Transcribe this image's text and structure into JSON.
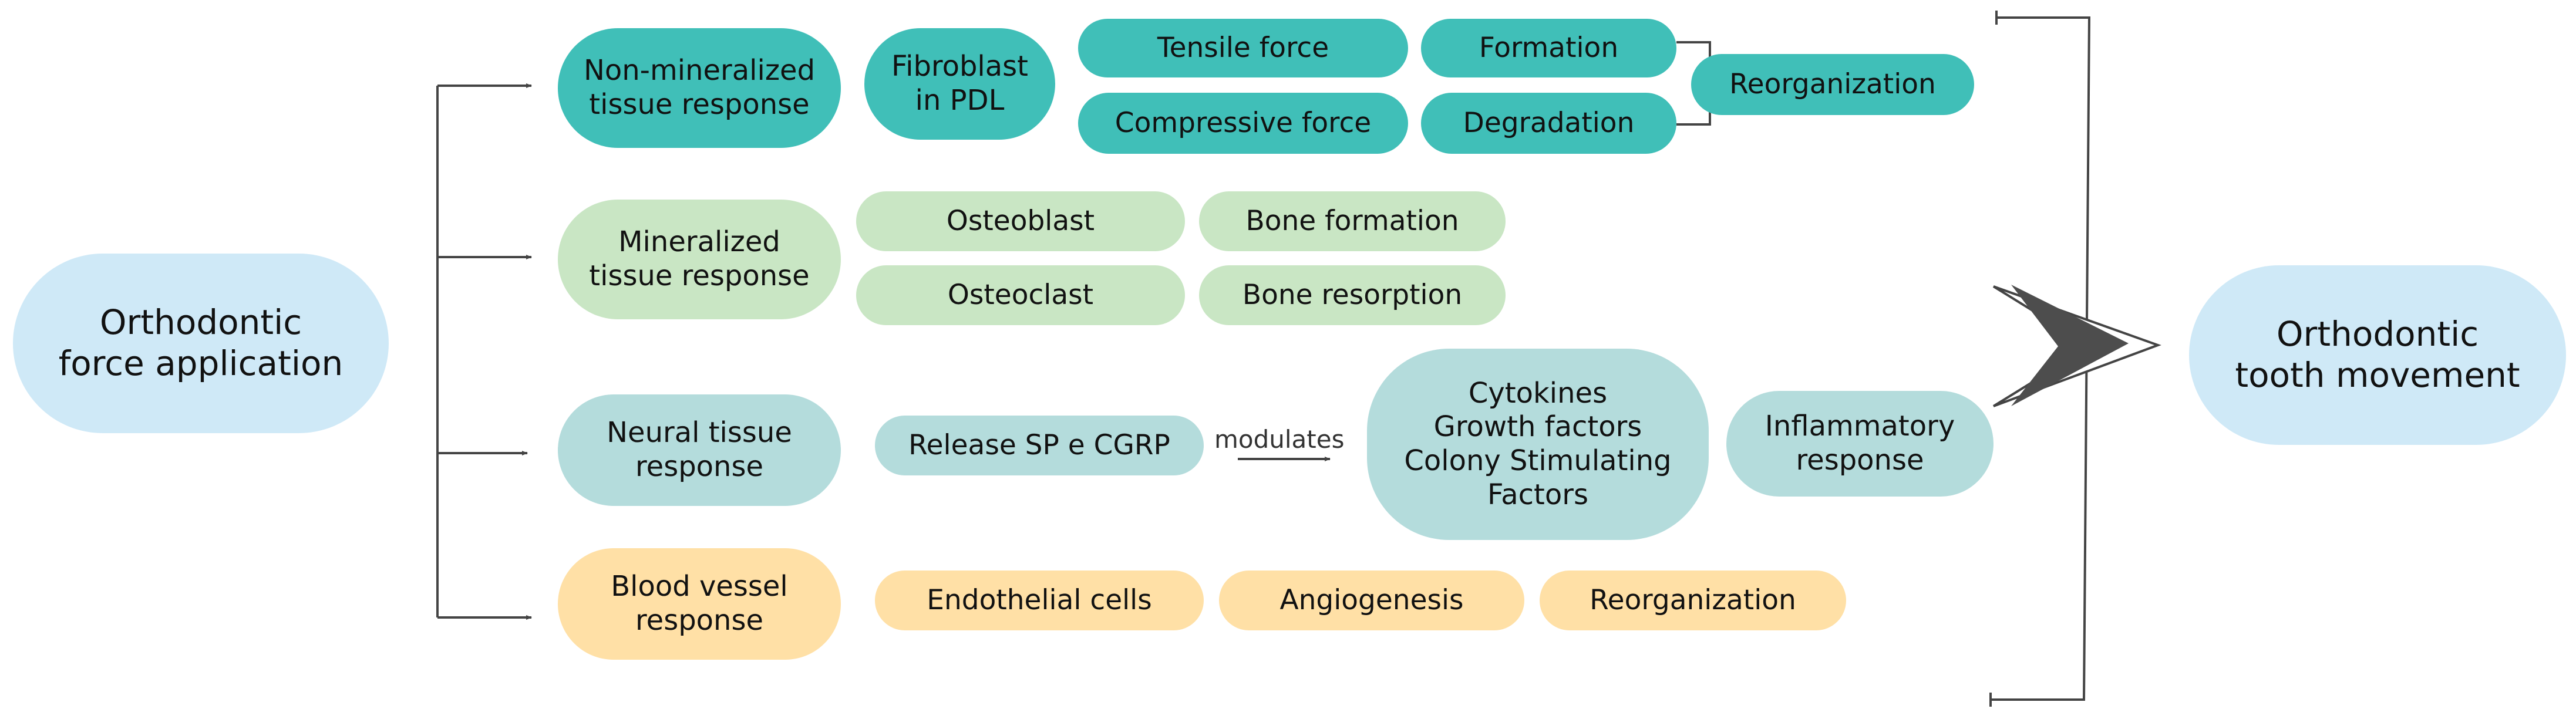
{
  "colors": {
    "main_fill": "#cfe9f7",
    "non_mineralized_fill": "#40bfb8",
    "mineralized_fill": "#c9e6c4",
    "neural_fill": "#b4dcdc",
    "blood_vessel_fill": "#ffe0a6",
    "line": "#444444",
    "chevron_fill": "#4d4d4d"
  },
  "source": {
    "label": "Orthodontic\nforce application"
  },
  "target": {
    "label": "Orthodontic\ntooth movement"
  },
  "rows": {
    "non_mineralized": {
      "label": "Non-mineralized\ntissue response",
      "cell": "Fibroblast\nin PDL",
      "forces": [
        "Tensile force",
        "Compressive force"
      ],
      "processes": [
        "Formation",
        "Degradation"
      ],
      "outcome": "Reorganization"
    },
    "mineralized": {
      "label": "Mineralized\ntissue response",
      "cells": [
        "Osteoblast",
        "Osteoclast"
      ],
      "processes": [
        "Bone formation",
        "Bone resorption"
      ]
    },
    "neural": {
      "label": "Neural tissue\nresponse",
      "release": "Release SP e CGRP",
      "edge_label": "modulates",
      "mediators": "Cytokines\nGrowth factors\nColony Stimulating\nFactors",
      "outcome": "Inflammatory\nresponse"
    },
    "blood_vessel": {
      "label": "Blood vessel\nresponse",
      "items": [
        "Endothelial cells",
        "Angiogenesis",
        "Reorganization"
      ]
    }
  }
}
